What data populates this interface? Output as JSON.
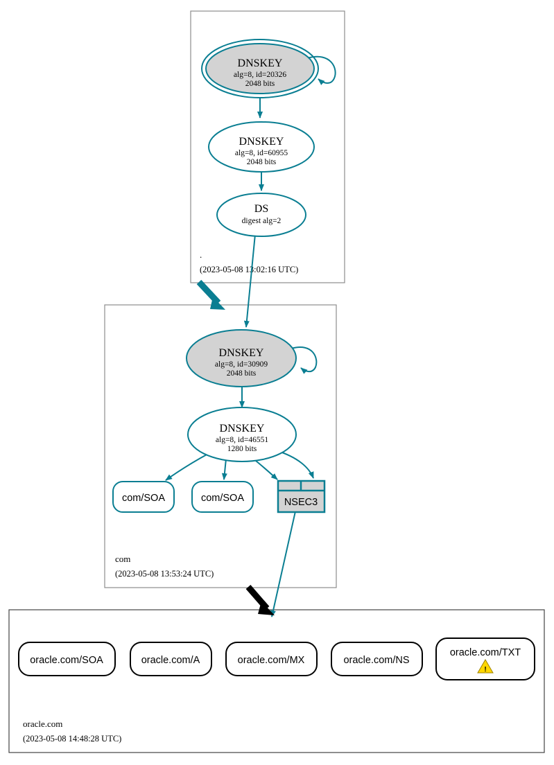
{
  "theme": {
    "secure_color": "#0a7e92",
    "insecure_color": "#000000",
    "key_fill": "#d3d3d3",
    "zone_border": "#8c8c8c",
    "bogus_color": "#ffd700",
    "background": "#ffffff"
  },
  "zones": [
    {
      "name": "root-zone",
      "label": ".",
      "timestamp": "(2023-05-08 13:02:16 UTC)",
      "nodes": [
        {
          "id": "root-ksk",
          "type": "DNSKEY",
          "title": "DNSKEY",
          "params": "alg=8, id=20326",
          "size": "2048 bits",
          "shape": "doubleellipse",
          "fill": "key",
          "status": "secure"
        },
        {
          "id": "root-zsk",
          "type": "DNSKEY",
          "title": "DNSKEY",
          "params": "alg=8, id=60955",
          "size": "2048 bits",
          "shape": "ellipse",
          "fill": "none",
          "status": "secure"
        },
        {
          "id": "root-ds",
          "type": "DS",
          "title": "DS",
          "params": "digest alg=2",
          "size": "",
          "shape": "ellipse",
          "fill": "none",
          "status": "secure"
        }
      ]
    },
    {
      "name": "com-zone",
      "label": "com",
      "timestamp": "(2023-05-08 13:53:24 UTC)",
      "nodes": [
        {
          "id": "com-ksk",
          "type": "DNSKEY",
          "title": "DNSKEY",
          "params": "alg=8, id=30909",
          "size": "2048 bits",
          "shape": "ellipse",
          "fill": "key",
          "status": "secure"
        },
        {
          "id": "com-zsk",
          "type": "DNSKEY",
          "title": "DNSKEY",
          "params": "alg=8, id=46551",
          "size": "1280 bits",
          "shape": "ellipse",
          "fill": "none",
          "status": "secure"
        },
        {
          "id": "com-soa-1",
          "type": "RRSET",
          "title": "com/SOA",
          "shape": "roundrect",
          "fill": "none",
          "status": "secure"
        },
        {
          "id": "com-soa-2",
          "type": "RRSET",
          "title": "com/SOA",
          "shape": "roundrect",
          "fill": "none",
          "status": "secure"
        },
        {
          "id": "com-nsec3",
          "type": "NSEC3",
          "title": "NSEC3",
          "shape": "table",
          "fill": "key",
          "status": "secure"
        }
      ]
    },
    {
      "name": "oracle-zone",
      "label": "oracle.com",
      "timestamp": "(2023-05-08 14:48:28 UTC)",
      "nodes": [
        {
          "id": "oracle-soa",
          "type": "RRSET",
          "title": "oracle.com/SOA",
          "shape": "roundrect",
          "fill": "none",
          "status": "insecure",
          "warning": false
        },
        {
          "id": "oracle-a",
          "type": "RRSET",
          "title": "oracle.com/A",
          "shape": "roundrect",
          "fill": "none",
          "status": "insecure",
          "warning": false
        },
        {
          "id": "oracle-mx",
          "type": "RRSET",
          "title": "oracle.com/MX",
          "shape": "roundrect",
          "fill": "none",
          "status": "insecure",
          "warning": false
        },
        {
          "id": "oracle-ns",
          "type": "RRSET",
          "title": "oracle.com/NS",
          "shape": "roundrect",
          "fill": "none",
          "status": "insecure",
          "warning": false
        },
        {
          "id": "oracle-txt",
          "type": "RRSET",
          "title": "oracle.com/TXT",
          "shape": "roundrect",
          "fill": "none",
          "status": "insecure",
          "warning": true,
          "warning_glyph": "!"
        }
      ]
    }
  ],
  "edges": [
    {
      "name": "root-ksk-self-sign",
      "from": "root-ksk",
      "to": "root-ksk",
      "style": "selfloop",
      "color": "secure"
    },
    {
      "name": "root-ksk-signs-zsk",
      "from": "root-ksk",
      "to": "root-zsk",
      "style": "solid",
      "color": "secure"
    },
    {
      "name": "root-zsk-signs-ds",
      "from": "root-zsk",
      "to": "root-ds",
      "style": "solid",
      "color": "secure"
    },
    {
      "name": "root-ds-to-com-ksk",
      "from": "root-ds",
      "to": "com-ksk",
      "style": "solid",
      "color": "secure"
    },
    {
      "name": "root-to-com-delegation",
      "from": "root-zone",
      "to": "com-zone",
      "style": "thick",
      "color": "secure"
    },
    {
      "name": "com-ksk-self-sign",
      "from": "com-ksk",
      "to": "com-ksk",
      "style": "selfloop",
      "color": "secure"
    },
    {
      "name": "com-ksk-signs-zsk",
      "from": "com-ksk",
      "to": "com-zsk",
      "style": "solid",
      "color": "secure"
    },
    {
      "name": "com-zsk-signs-soa-1",
      "from": "com-zsk",
      "to": "com-soa-1",
      "style": "solid",
      "color": "secure"
    },
    {
      "name": "com-zsk-signs-soa-2",
      "from": "com-zsk",
      "to": "com-soa-2",
      "style": "solid",
      "color": "secure"
    },
    {
      "name": "com-zsk-signs-nsec3-left",
      "from": "com-zsk",
      "to": "com-nsec3",
      "style": "solid",
      "color": "secure"
    },
    {
      "name": "com-zsk-signs-nsec3-right",
      "from": "com-zsk",
      "to": "com-nsec3",
      "style": "solid",
      "color": "secure"
    },
    {
      "name": "com-nsec3-to-oracle",
      "from": "com-nsec3",
      "to": "oracle-zone",
      "style": "solid",
      "color": "secure"
    },
    {
      "name": "com-to-oracle-delegation",
      "from": "com-zone",
      "to": "oracle-zone",
      "style": "thick",
      "color": "insecure"
    }
  ]
}
